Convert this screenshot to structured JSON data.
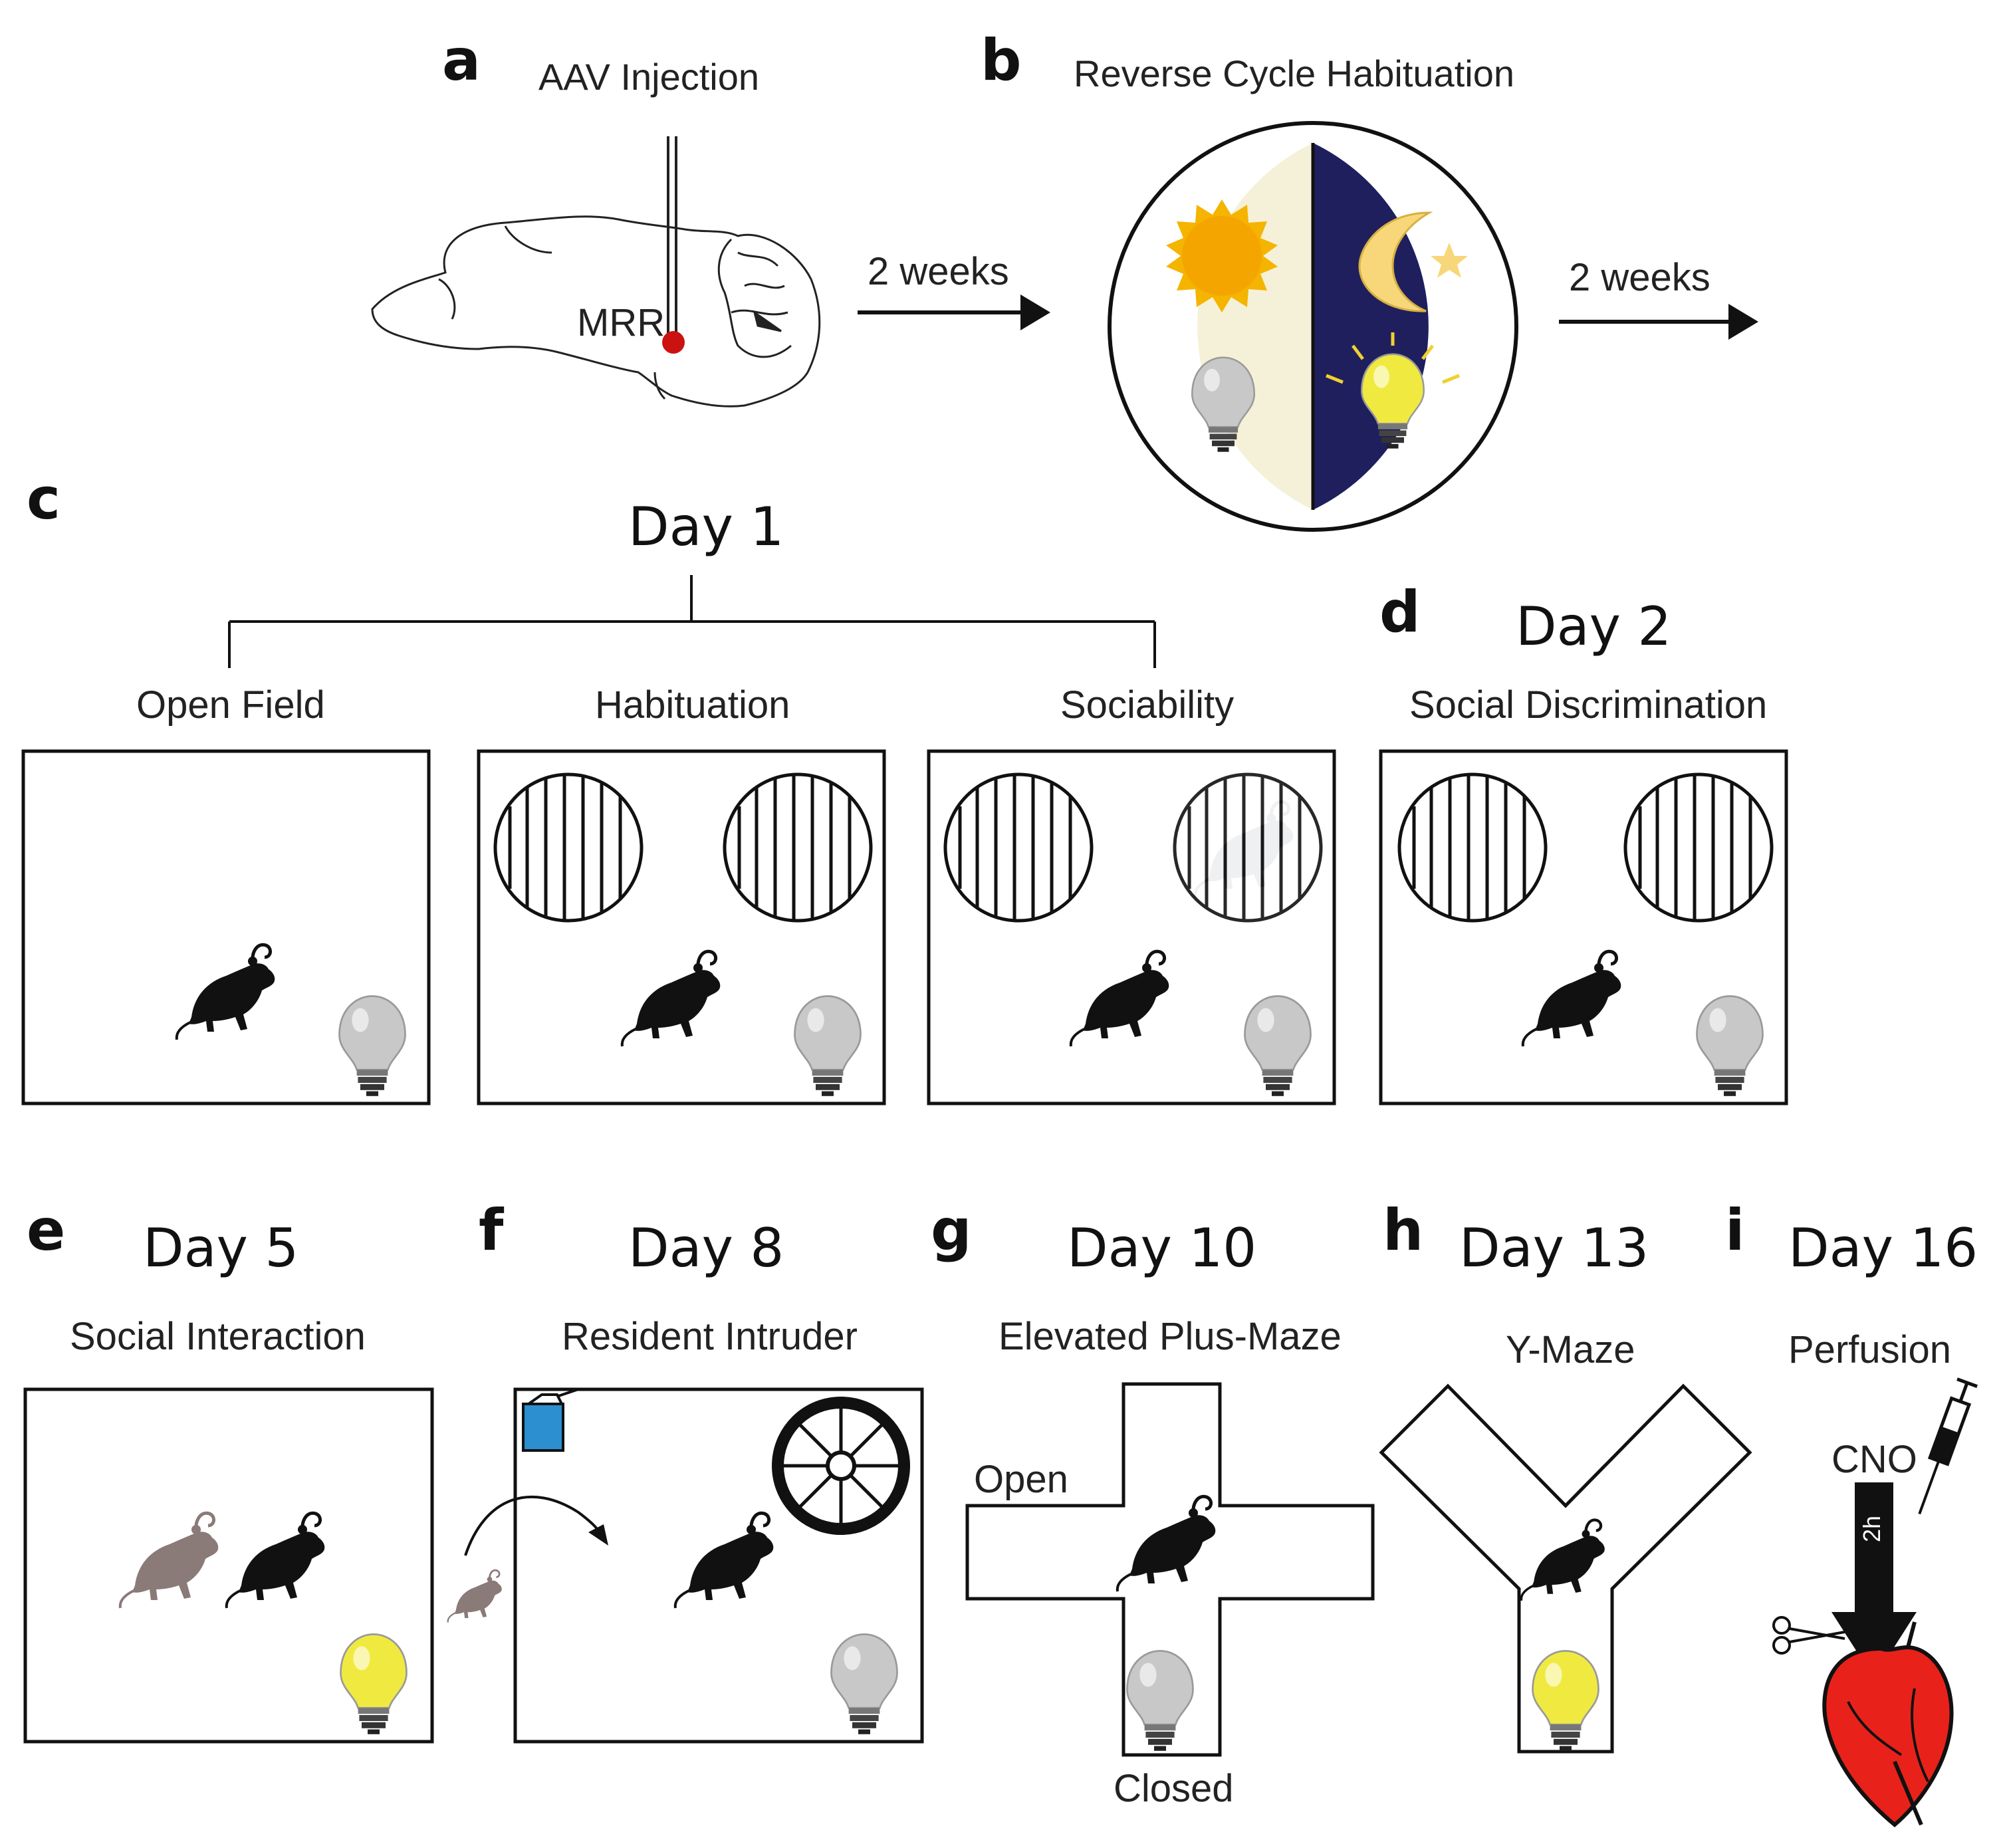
{
  "panels": {
    "a": {
      "letter": "a",
      "title": "AAV  Injection",
      "region": "MRR",
      "interval": "2 weeks"
    },
    "b": {
      "letter": "b",
      "title": "Reverse Cycle Habituation",
      "interval": "2 weeks"
    },
    "c": {
      "letter": "c",
      "day": "Day 1",
      "tests": [
        "Open Field",
        "Habituation",
        "Sociability"
      ]
    },
    "d": {
      "letter": "d",
      "day": "Day 2",
      "test": "Social Discrimination"
    },
    "e": {
      "letter": "e",
      "day": "Day 5",
      "test": "Social Interaction"
    },
    "f": {
      "letter": "f",
      "day": "Day 8",
      "test": "Resident Intruder"
    },
    "g": {
      "letter": "g",
      "day": "Day 10",
      "test": "Elevated Plus-Maze",
      "open_label": "Open",
      "closed_label": "Closed"
    },
    "h": {
      "letter": "h",
      "day": "Day 13",
      "test": "Y-Maze"
    },
    "i": {
      "letter": "i",
      "day": "Day 16",
      "test": "Perfusion",
      "drug": "CNO",
      "delay": "2h"
    }
  },
  "colors": {
    "day_side": "#f5f1d8",
    "night_side": "#1f1f5e",
    "sun": "#f5a500",
    "moon": "#f7d77a",
    "bulb_off": "#c8c8c8",
    "bulb_on": "#f0ea40",
    "injection_site": "#cc1111",
    "mouse": "#111111",
    "stimulus_mouse": "#5a6b7a",
    "intruder_mouse": "#8a7a78",
    "heart": "#e8221a",
    "water_bottle": "#2b8fd0"
  },
  "icons": [
    "brain-icon",
    "syringe-needle-icon",
    "sun-icon",
    "moon-star-icon",
    "light-bulb-icon",
    "mouse-icon",
    "cage-icon",
    "running-wheel-icon",
    "water-bottle-icon",
    "heart-icon",
    "scissors-icon",
    "syringe-icon"
  ]
}
